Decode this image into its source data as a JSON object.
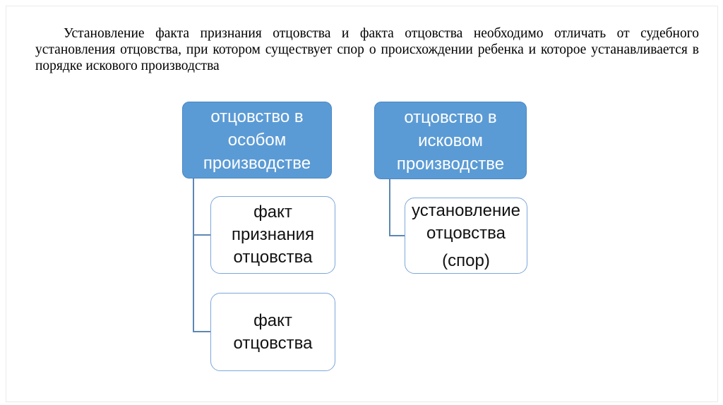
{
  "slide": {
    "paragraph_lines": [
      "Установление факта признания отцовства и факта отцовства необходимо отличать от судебного",
      "установления отцовства, при котором существует спор о происхождении ребенка и которое устанавливается в",
      "порядке искового производства"
    ]
  },
  "diagram": {
    "special_proceedings": {
      "parent": {
        "lines": [
          "отцовство в",
          "особом",
          "производстве"
        ]
      },
      "children": [
        {
          "lines": [
            "факт",
            "признания",
            "отцовства"
          ]
        },
        {
          "lines": [
            "факт",
            "отцовства"
          ]
        }
      ]
    },
    "claim_proceedings": {
      "parent": {
        "lines": [
          "отцовство в",
          "исковом",
          "производстве"
        ]
      },
      "children": [
        {
          "lines": [
            "установление",
            "отцовства"
          ],
          "note": "(спор)"
        }
      ]
    }
  },
  "colors": {
    "background": "#ffffff",
    "frame_border": "#eaeaea",
    "paragraph_text": "#000000",
    "node_fill": "#5b9bd5",
    "node_border": "#4a86c5",
    "node_text": "#ffffff",
    "leaf_border": "#7da7d9",
    "leaf_text": "#111111",
    "connector": "#5d87b3"
  }
}
